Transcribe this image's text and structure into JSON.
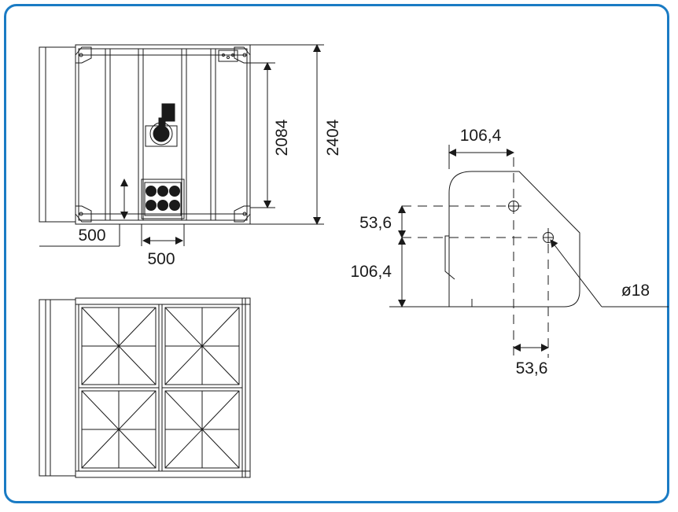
{
  "frame_color": "#1a7bc4",
  "top_view": {
    "height_inner": "2084",
    "height_outer": "2404",
    "offset_left": "500",
    "offset_bottom": "500"
  },
  "bracket": {
    "width_top": "106,4",
    "height_small": "53,6",
    "height_large": "106,4",
    "width_bottom": "53,6",
    "hole": "ø18"
  }
}
